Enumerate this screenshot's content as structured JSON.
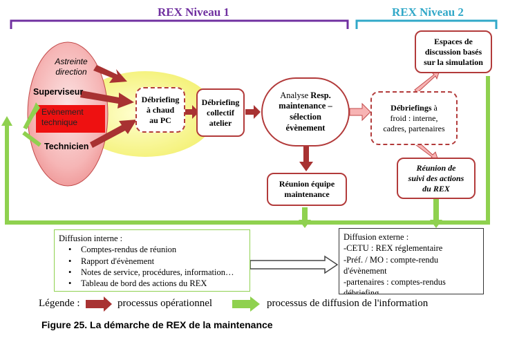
{
  "levels": {
    "level1": "REX Niveau 1",
    "level2": "REX Niveau 2",
    "colors": {
      "level1": "#7030a0",
      "level2": "#31a8c8"
    }
  },
  "ellipse": {
    "astreinte": "Astreinte\ndirection",
    "superviseur": "Superviseur",
    "evenement": "Evènement\ntechnique",
    "technicien": "Technicien"
  },
  "boxes": {
    "debriefing_chaud": "Débriefing\nà chaud\nau PC",
    "debriefing_collectif": "Débriefing\ncollectif\natelier",
    "analyse_prefix": "Analyse ",
    "analyse_bold": "Resp.\nmaintenance –\nsélection\névènement",
    "reunion_equipe": "Réunion équipe\nmaintenance",
    "debriefings_froid_bold": "Débriefings",
    "debriefings_froid_rest": " à\nfroid : interne,\ncadres, partenaires",
    "espaces": "Espaces de\ndiscussion basés\nsur la simulation",
    "reunion_suivi": "Réunion de\nsuivi des actions\ndu REX"
  },
  "diffusion_interne": {
    "title": "Diffusion interne :",
    "items": [
      "Comptes-rendus de réunion",
      "Rapport d'évènement",
      "Notes de service, procédures, information…",
      "Tableau de bord des actions du REX"
    ]
  },
  "diffusion_externe": {
    "title": "Diffusion externe :",
    "lines": [
      "-CETU  : REX réglementaire",
      "-Préf.  / MO : compte-rendu d'évènement",
      "-partenaires : comptes-rendus débriefing"
    ]
  },
  "legend": {
    "label": "Légende :",
    "operational": "processus opérationnel",
    "diffusion": "processus de diffusion  de l'information",
    "colors": {
      "operational": "#a83232",
      "diffusion": "#8fd14f"
    }
  },
  "caption": "Figure 25. La démarche de REX de la maintenance"
}
